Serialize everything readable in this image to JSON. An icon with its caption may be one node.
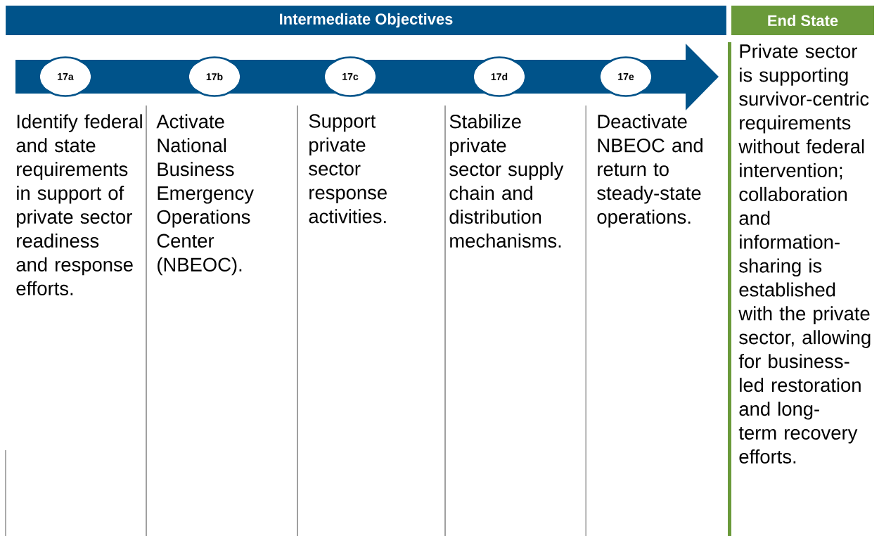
{
  "diagram": {
    "nodes": [
      {
        "text": [
          "Intermediate Objectives"
        ]
      },
      {
        "text": [
          "End State"
        ]
      },
      {
        "text": [
          "17a"
        ],
        "beside": [
          "Identify federal and state requirements in support of private sector readiness and response efforts."
        ]
      },
      {
        "text": [
          "17b"
        ],
        "beside": [
          "Activate National Business Emergency Operations Center (NBEOC)."
        ]
      },
      {
        "text": [
          "17c"
        ],
        "beside": [
          "Support private sector response activities."
        ]
      },
      {
        "text": [
          "17d"
        ],
        "beside": [
          "Stabilize private sector supply chain and distribution mechanisms."
        ]
      },
      {
        "text": [
          "17e"
        ],
        "beside": [
          "Deactivate NBEOC and return to steady-state operations."
        ]
      },
      {
        "text": [
          "Private sector is supporting survivor-centric requirements without federal intervention; collaboration and information-sharing is established with the private sector, allowing for business-led restoration and long-term recovery efforts."
        ]
      }
    ],
    "edges": [
      {
        "from": null,
        "to": 2,
        "arrow": "none"
      },
      {
        "from": 2,
        "to": 3,
        "arrow": "none"
      },
      {
        "from": 3,
        "to": 4,
        "arrow": "none"
      },
      {
        "from": 4,
        "to": 5,
        "arrow": "none"
      },
      {
        "from": 5,
        "to": 6,
        "arrow": "none"
      },
      {
        "from": 6,
        "to": null,
        "arrow": "to"
      }
    ]
  }
}
